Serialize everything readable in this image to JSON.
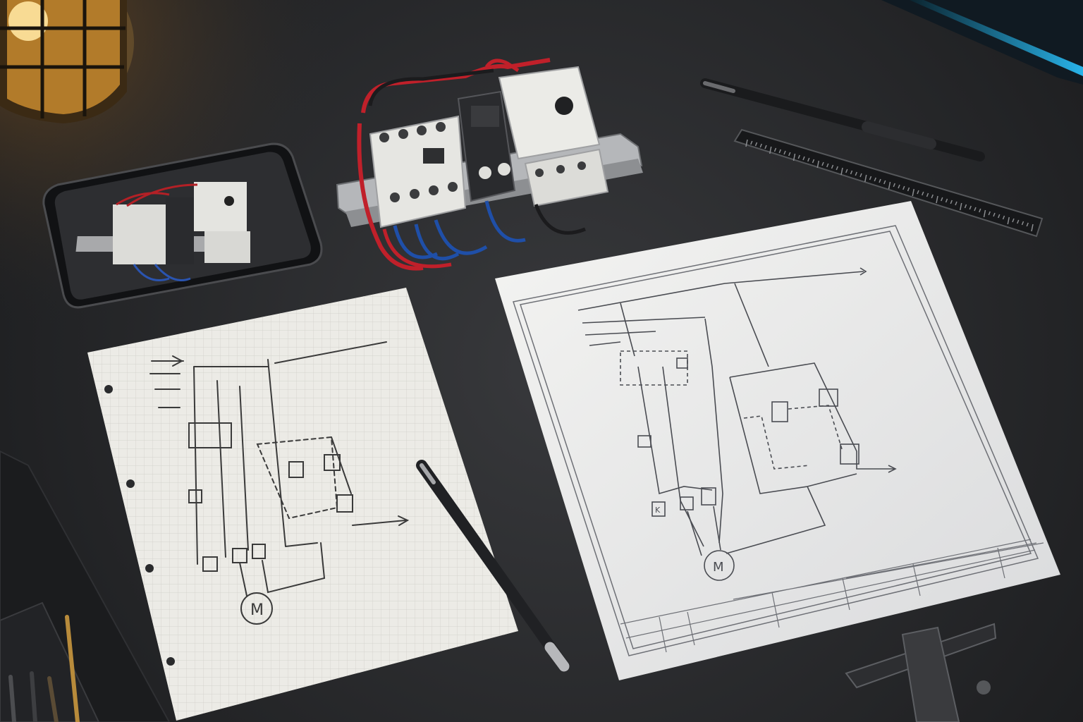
{
  "scene": {
    "description_free": true,
    "colors": {
      "desk": "#2a2b2d",
      "paper_grid": "#ecebe6",
      "paper_print": "#e9eaec",
      "ink_pencil": "#3a3a3a",
      "ink_print": "#4a4c52",
      "wire_red": "#c0202a",
      "wire_blue": "#1f4fa8",
      "device_white": "#e6e6e2",
      "lamp_glow": "#f6b54a",
      "accent_cyan": "#2bc4ff"
    }
  },
  "sketch": {
    "motor_label": "M"
  },
  "drawing": {
    "motor_label": "M",
    "k_label": "K"
  },
  "objects": {
    "icons": [
      "lamp-icon",
      "phone-icon",
      "terminal-module-icon",
      "pen-icon",
      "ruler-icon",
      "pencil-icon",
      "caliper-icon",
      "pencil-case-icon"
    ]
  }
}
